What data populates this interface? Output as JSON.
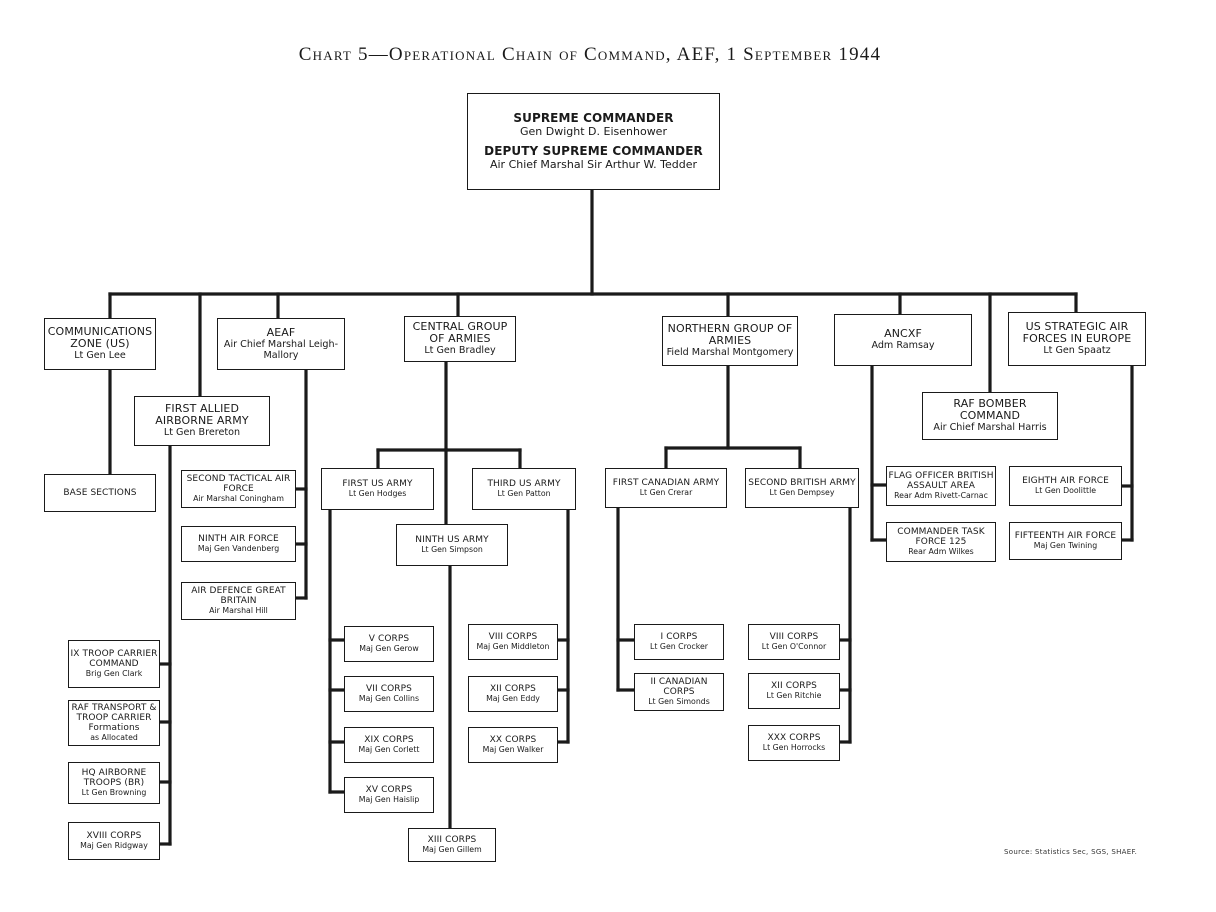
{
  "title": "Chart 5—Operational Chain of Command, AEF, 1 September 1944",
  "source": "Source: Statistics Sec, SGS, SHAEF.",
  "nodes": {
    "supreme": {
      "title": "SUPREME COMMANDER",
      "name": "Gen Dwight D. Eisenhower",
      "title2": "DEPUTY SUPREME COMMANDER",
      "name2": "Air Chief Marshal Sir Arthur W. Tedder"
    },
    "comz": {
      "title": "COMMUNICATIONS ZONE (US)",
      "name": "Lt Gen Lee"
    },
    "aeaf": {
      "title": "AEAF",
      "name": "Air Chief Marshal Leigh-Mallory"
    },
    "central": {
      "title": "CENTRAL GROUP OF ARMIES",
      "name": "Lt Gen Bradley"
    },
    "northern": {
      "title": "NORTHERN GROUP OF ARMIES",
      "name": "Field Marshal Montgomery"
    },
    "ancxf": {
      "title": "ANCXF",
      "name": "Adm Ramsay"
    },
    "usstaf": {
      "title": "US STRATEGIC AIR FORCES IN EUROPE",
      "name": "Lt Gen Spaatz"
    },
    "faaa": {
      "title": "FIRST ALLIED AIRBORNE ARMY",
      "name": "Lt Gen Brereton"
    },
    "raf_bomber": {
      "title": "RAF BOMBER COMMAND",
      "name": "Air Chief Marshal Harris"
    },
    "base_sections": {
      "title": "BASE SECTIONS",
      "name": ""
    },
    "second_taf": {
      "title": "SECOND TACTICAL AIR FORCE",
      "name": "Air Marshal Coningham"
    },
    "ninth_af": {
      "title": "NINTH AIR FORCE",
      "name": "Maj Gen Vandenberg"
    },
    "adgb": {
      "title": "AIR DEFENCE GREAT BRITAIN",
      "name": "Air Marshal Hill"
    },
    "first_us_army": {
      "title": "FIRST US ARMY",
      "name": "Lt Gen Hodges"
    },
    "third_us_army": {
      "title": "THIRD US ARMY",
      "name": "Lt Gen Patton"
    },
    "ninth_us_army": {
      "title": "NINTH US ARMY",
      "name": "Lt Gen Simpson"
    },
    "first_canadian_army": {
      "title": "FIRST CANADIAN ARMY",
      "name": "Lt Gen Crerar"
    },
    "second_british_army": {
      "title": "SECOND BRITISH ARMY",
      "name": "Lt Gen Dempsey"
    },
    "flag_officer": {
      "title": "FLAG OFFICER BRITISH ASSAULT AREA",
      "name": "Rear Adm Rivett-Carnac"
    },
    "ctf125": {
      "title": "COMMANDER TASK FORCE 125",
      "name": "Rear Adm Wilkes"
    },
    "eighth_af": {
      "title": "EIGHTH AIR FORCE",
      "name": "Lt Gen Doolittle"
    },
    "fifteenth_af": {
      "title": "FIFTEENTH AIR FORCE",
      "name": "Maj Gen Twining"
    },
    "ix_troop_carrier": {
      "title": "IX TROOP CARRIER COMMAND",
      "name": "Brig Gen Clark"
    },
    "raf_transport": {
      "title": "RAF TRANSPORT & TROOP CARRIER Formations",
      "name": "as Allocated"
    },
    "hq_airborne": {
      "title": "HQ AIRBORNE TROOPS (BR)",
      "name": "Lt Gen Browning"
    },
    "xviii_corps": {
      "title": "XVIII CORPS",
      "name": "Maj Gen Ridgway"
    },
    "v_corps": {
      "title": "V CORPS",
      "name": "Maj Gen Gerow"
    },
    "vii_corps": {
      "title": "VII CORPS",
      "name": "Maj Gen Collins"
    },
    "xix_corps": {
      "title": "XIX CORPS",
      "name": "Maj Gen Corlett"
    },
    "xv_corps": {
      "title": "XV CORPS",
      "name": "Maj Gen Haislip"
    },
    "viii_corps_us": {
      "title": "VIII CORPS",
      "name": "Maj Gen Middleton"
    },
    "xii_corps_us": {
      "title": "XII CORPS",
      "name": "Maj Gen Eddy"
    },
    "xx_corps": {
      "title": "XX CORPS",
      "name": "Maj Gen Walker"
    },
    "xiii_corps": {
      "title": "XIII CORPS",
      "name": "Maj Gen Gillem"
    },
    "i_corps": {
      "title": "I CORPS",
      "name": "Lt Gen Crocker"
    },
    "ii_canadian_corps": {
      "title": "II CANADIAN CORPS",
      "name": "Lt Gen Simonds"
    },
    "viii_corps_br": {
      "title": "VIII CORPS",
      "name": "Lt Gen O'Connor"
    },
    "xii_corps_br": {
      "title": "XII CORPS",
      "name": "Lt Gen Ritchie"
    },
    "xxx_corps": {
      "title": "XXX CORPS",
      "name": "Lt Gen Horrocks"
    }
  }
}
